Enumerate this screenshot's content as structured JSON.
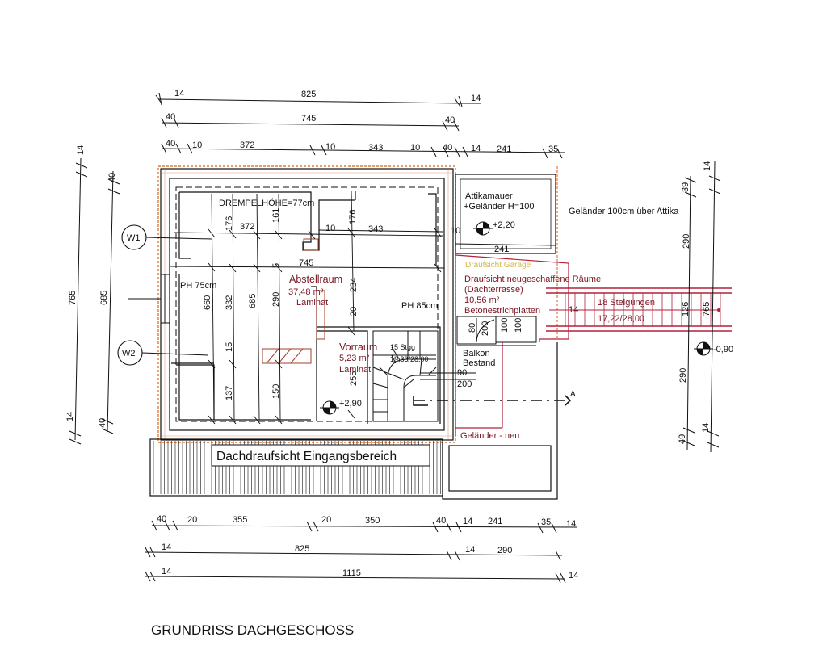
{
  "title": "GRUNDRISS DACHGESCHOSS",
  "dims_top_1": {
    "a": "14",
    "b": "825",
    "c": "14"
  },
  "dims_top_2": {
    "a": "40",
    "b": "745",
    "c": "40"
  },
  "dims_top_3": {
    "a": "40",
    "b": "10",
    "c": "372",
    "d": "10",
    "e": "343",
    "f": "10",
    "g": "40",
    "h": "14",
    "i": "241",
    "j": "35"
  },
  "dims_bottom_1": {
    "a": "40",
    "b": "20",
    "c": "355",
    "d": "20",
    "e": "350",
    "f": "40",
    "g": "14",
    "h": "241",
    "i": "35",
    "j": "14"
  },
  "dims_bottom_2": {
    "a": "14",
    "b": "825",
    "c": "14",
    "d": "290"
  },
  "dims_bottom_3": {
    "a": "14",
    "b": "1115",
    "c": "14"
  },
  "dims_left": {
    "a": "14",
    "b": "40",
    "c": "765",
    "d": "685",
    "e": "14",
    "f": "40"
  },
  "dims_right": {
    "a": "39",
    "b": "14",
    "c": "290",
    "d": "126",
    "e": "765",
    "f": "290",
    "g": "14",
    "h": "49"
  },
  "inner_dims": {
    "d372": "372",
    "d10a": "10",
    "d343": "343",
    "d10b": "10",
    "d745": "745",
    "d176a": "176",
    "d161": "161",
    "d176b": "176",
    "d660": "660",
    "d332": "332",
    "d685": "685",
    "d290": "290",
    "d234": "234",
    "d20": "20",
    "d5": "5",
    "d15": "15",
    "d137": "137",
    "d150": "150",
    "d255": "255",
    "d241": "241",
    "d80": "80",
    "d200a": "200",
    "d100a": "100",
    "d100b": "100",
    "d90": "90",
    "d200b": "200"
  },
  "labels": {
    "drempel": "DREMPELHÖHE=77cm",
    "w1": "W1",
    "w2": "W2",
    "ph75": "PH 75cm",
    "ph85": "PH 85cm",
    "abstell_name": "Abstellraum",
    "abstell_area": "37,48 m²",
    "abstell_floor": "Laminat",
    "vorraum_name": "Vorraum",
    "vorraum_area": "5,23 m²",
    "vorraum_floor": "Laminat",
    "stair_inner_1": "15 Stgg",
    "stair_inner_2": "19,33/28,00",
    "level_inside": "+2,90",
    "attika_1": "Attikamauer",
    "attika_2": "+Geländer H=100",
    "level_attika": "+2,20",
    "gelaender_attika": "Geländer 100cm über Attika",
    "draufsicht_garage": "Draufsicht Garage",
    "terrasse_1": "Draufsicht neugeschaffene Räume",
    "terrasse_2": "(Dachterrasse)",
    "terrasse_3": "10,56 m²",
    "terrasse_4": "Betonestrichplatten",
    "terrasse_5": "14",
    "balkon_1": "Balkon",
    "balkon_2": "Bestand",
    "gelaender_neu": "Geländer - neu",
    "stair_out_1": "18 Steigungen",
    "stair_out_2": "17,22/28,00",
    "level_outside": "-0,90",
    "section_a": "A",
    "eingang": "Dachdraufsicht Eingangsbereich"
  }
}
